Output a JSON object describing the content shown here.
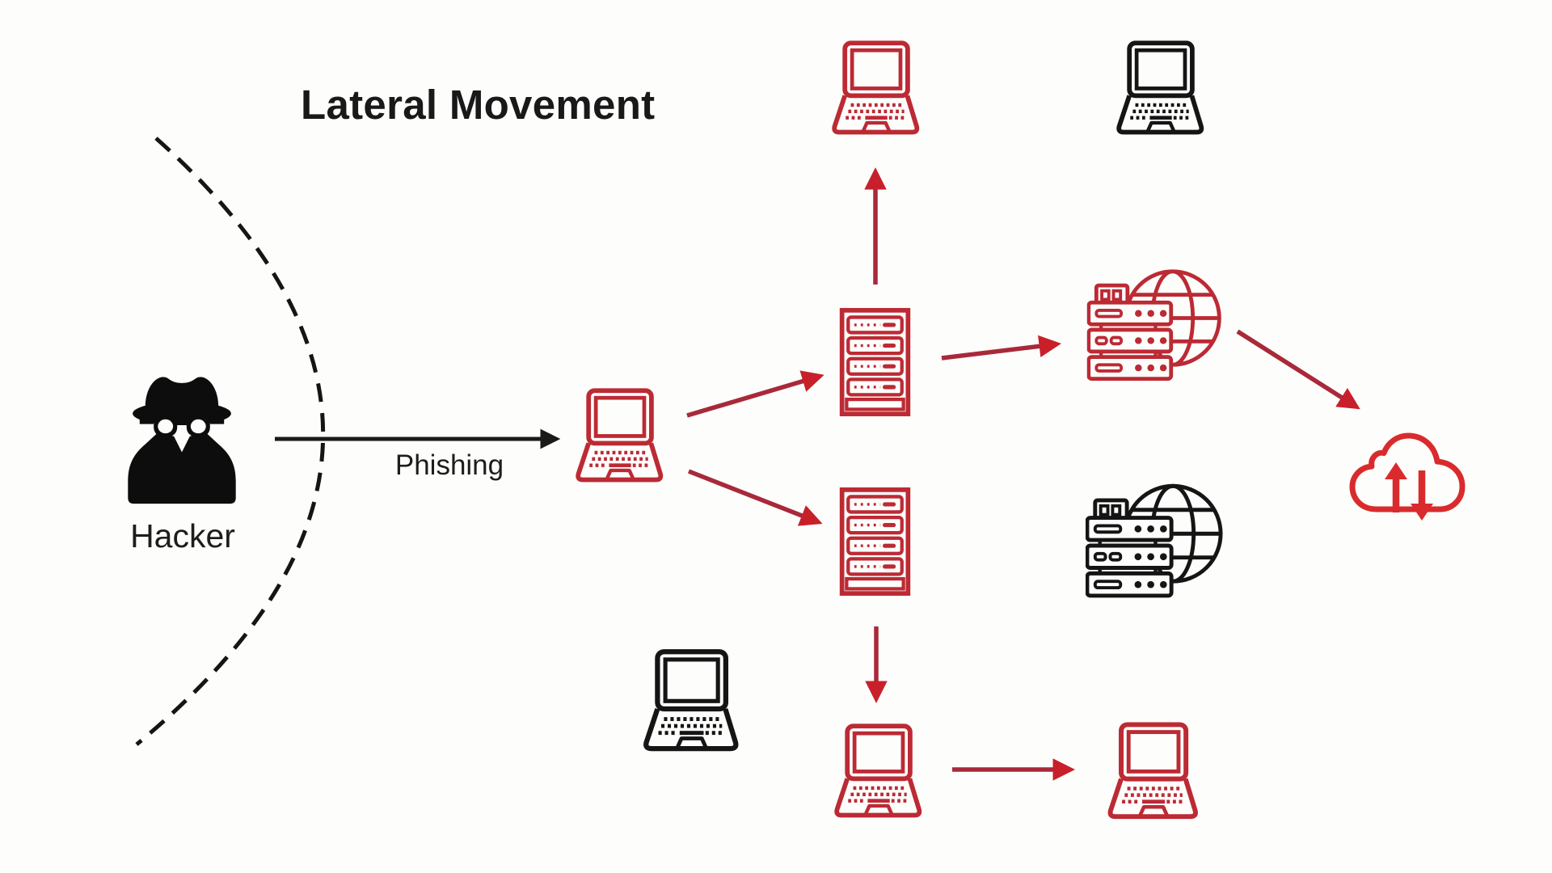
{
  "title": "Lateral Movement",
  "labels": {
    "attacker": "Hacker",
    "initial_vector": "Phishing"
  },
  "colors": {
    "background": "#fdfdfb",
    "text": "#1d1d1d",
    "clean_node": "#151515",
    "compromised_node": "#bc2a34",
    "cloud_node": "#d92b2d",
    "attack_arrow_shaft": "#a8293a",
    "attack_arrow_head": "#c8202a",
    "phishing_arrow": "#1a1a1a",
    "perimeter_line": "#151515"
  },
  "icons": [
    "hacker-icon",
    "perimeter-arc",
    "laptop-icon",
    "server-rack-icon",
    "globe-server-icon",
    "cloud-transfer-icon"
  ],
  "nodes": [
    {
      "id": "hacker",
      "type": "attacker",
      "status": "attacker",
      "label": "Hacker"
    },
    {
      "id": "workstation-patient-zero",
      "type": "laptop",
      "status": "compromised"
    },
    {
      "id": "server-a",
      "type": "server-rack",
      "status": "compromised"
    },
    {
      "id": "server-b",
      "type": "server-rack",
      "status": "compromised"
    },
    {
      "id": "workstation-top",
      "type": "laptop",
      "status": "compromised"
    },
    {
      "id": "workstation-top-clean",
      "type": "laptop",
      "status": "clean"
    },
    {
      "id": "web-server",
      "type": "globe-server",
      "status": "compromised"
    },
    {
      "id": "web-server-clean",
      "type": "globe-server",
      "status": "clean"
    },
    {
      "id": "cloud-exfiltration",
      "type": "cloud-transfer",
      "status": "compromised"
    },
    {
      "id": "workstation-mid-clean",
      "type": "laptop",
      "status": "clean"
    },
    {
      "id": "workstation-bottom-a",
      "type": "laptop",
      "status": "compromised"
    },
    {
      "id": "workstation-bottom-b",
      "type": "laptop",
      "status": "compromised"
    }
  ],
  "edges": [
    {
      "from": "hacker",
      "to": "workstation-patient-zero",
      "label": "Phishing",
      "style": "black"
    },
    {
      "from": "workstation-patient-zero",
      "to": "server-a",
      "style": "red"
    },
    {
      "from": "workstation-patient-zero",
      "to": "server-b",
      "style": "red"
    },
    {
      "from": "server-a",
      "to": "workstation-top",
      "style": "red"
    },
    {
      "from": "server-a",
      "to": "web-server",
      "style": "red"
    },
    {
      "from": "web-server",
      "to": "cloud-exfiltration",
      "style": "red"
    },
    {
      "from": "server-b",
      "to": "workstation-bottom-a",
      "style": "red"
    },
    {
      "from": "workstation-bottom-a",
      "to": "workstation-bottom-b",
      "style": "red"
    }
  ]
}
